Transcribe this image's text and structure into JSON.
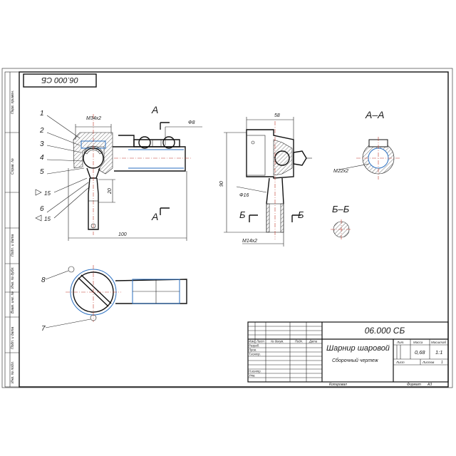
{
  "sheet": {
    "rotated_stamp": "06.000 СБ",
    "left_strip_labels": [
      "Перв. примен.",
      "Справ. №",
      "Подп. и дата",
      "Инв. № дубл.",
      "Взам. инв. №",
      "Подп. и дата",
      "Инв. № подл."
    ],
    "footer_copied": "Копировал",
    "footer_format_label": "Формат",
    "footer_format_value": "А3"
  },
  "views": {
    "section_aa_title": "А–А",
    "section_bb_title": "Б–Б",
    "cut_a": "А",
    "cut_b": "Б"
  },
  "dimensions": {
    "thread_m34": "М34х2",
    "dia8": "Ф8",
    "len_100": "100",
    "len_20": "20",
    "len_58": "58",
    "len_90": "90",
    "dia16": "Ф16",
    "thread_m14": "М14х2",
    "thread_m22": "М22х2",
    "tri_15a": "15",
    "tri_15b": "15"
  },
  "callouts": [
    "1",
    "2",
    "3",
    "4",
    "5",
    "6",
    "7",
    "8"
  ],
  "title_block": {
    "designation": "06.000 СБ",
    "name": "Шарнир шаровой",
    "doc_type": "Сборочный чертеж",
    "col_lit": "Лит.",
    "col_mass": "Масса",
    "col_scale": "Масштаб",
    "mass": "0,68",
    "scale": "1:1",
    "sheet_label": "Лист",
    "sheets_label": "Листов",
    "sheets_value": "1",
    "rows": [
      "Изм.",
      "Лист",
      "№ докум.",
      "Подп.",
      "Дата"
    ],
    "roles": [
      "Разраб.",
      "Пров.",
      "Т.контр.",
      "",
      "Н.контр.",
      "Утв."
    ]
  }
}
